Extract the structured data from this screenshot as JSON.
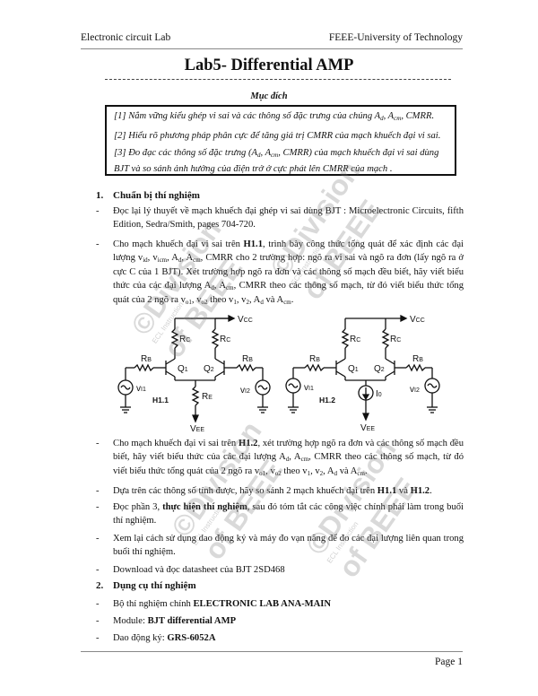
{
  "header": {
    "left": "Electronic circuit Lab",
    "right": "FEEE-University of Technology"
  },
  "title": "Lab5- Differential AMP",
  "purpose": {
    "heading": "Mục đích",
    "items": [
      {
        "pre": "[1] Nắm vững kiểu ghép vi sai và các thông số đặc trưng của chúng A",
        "sub1": "d",
        "mid": ", A",
        "sub2": "cm",
        "post": ", CMRR."
      },
      {
        "text": "[2] Hiểu rõ phương pháp phân cực để  tăng giá trị CMRR của mạch khuếch đại vi sai."
      },
      {
        "pre": "[3] Đo đạc các thông số đặc trưng (A",
        "sub1": "d",
        "mid": ", A",
        "sub2": "cm",
        "post": ", CMRR) của mạch khuếch đại vi sai dùng BJT và so sánh ảnh hưởng của điện trở ở cực phát lên CMRR của mạch ."
      }
    ]
  },
  "section1": {
    "number": "1.",
    "title": "Chuẩn bị thí nghiệm",
    "bullets": {
      "b1": "Đọc lại lý thuyết về mạch khuếch đại ghép vi sai dùng BJT : Microelectronic Circuits, fifth Edition, Sedra/Smith, pages 704-720.",
      "b2_a": "Cho mạch khuếch đại vi sai trên ",
      "b2_bold": "H1.1",
      "b2_b": ", trình bày  công thức tổng quát để xác định các đại lượng v",
      "b2_c": ", v",
      "b2_d": ", A",
      "b2_e": ", A",
      "b2_f": ", CMRR cho 2 trường hợp: ngõ ra vi sai và ngõ ra đơn (lấy ngõ ra ở cực C của 1 BJT). Xét trường hợp ngõ ra đơn và các thông số mạch đều biết, hãy viết biểu thức của các đại lượng A",
      "b2_g": ", A",
      "b2_h": ", CMRR theo các thông số mạch, từ đó viết biểu thức tổng quát của 2 ngõ ra v",
      "b2_i": ", v",
      "b2_j": " theo v",
      "b2_k": ", v",
      "b2_l": ", A",
      "b2_m": " và A",
      "b2_n": ".",
      "b3_a": "Cho mạch khuếch đại vi sai trên ",
      "b3_bold": "H1.2",
      "b3_b": ", xét trường hợp ngõ ra đơn và các thông số mạch đều biết, hãy viết biểu thức của các đại lượng A",
      "b3_c": ", A",
      "b3_d": ", CMRR theo các thông số mạch, từ đó viết biểu thức tổng quát của 2 ngõ ra v",
      "b3_e": ", v",
      "b3_f": " theo v",
      "b3_g": ", v",
      "b3_h": ", A",
      "b3_i": " và A",
      "b3_j": ".",
      "b4_a": "Dựa trên các thông số tính được, hãy so sánh 2 mạch khuếch đại trên ",
      "b4_bold1": "H1.1",
      "b4_b": " và  ",
      "b4_bold2": "H1.2",
      "b4_c": ".",
      "b5_a": "Đọc phần 3, ",
      "b5_bold": "thực hiện thí nghiệm",
      "b5_b": ",  sau đó tóm tắt các công việc chính phải làm trong buổi thí nghiệm.",
      "b6": "Xem lại cách sử dụng dao động ký và máy đo vạn năng để đo các đại lượng liên quan trong buổi thí nghiệm.",
      "b7": "Download và đọc datasheet của BJT 2SD468"
    },
    "subs": {
      "d": "d",
      "cm": "cm",
      "id": "id",
      "icm": "icm",
      "o1": "o1",
      "o2": "o2",
      "one": "1",
      "two": "2"
    }
  },
  "circuits": {
    "h11": {
      "label": "H1.1",
      "vcc": "V",
      "vcc_sub": "CC",
      "rc": "R",
      "rc_sub": "C",
      "rb": "R",
      "rb_sub": "B",
      "re": "R",
      "re_sub": "E",
      "q1": "Q",
      "q1_sub": "1",
      "q2": "Q",
      "q2_sub": "2",
      "vi1": "v",
      "vi1_sub": "I1",
      "vi2": "v",
      "vi2_sub": "I2",
      "vee": "V",
      "vee_sub": "EE"
    },
    "h12": {
      "label": "H1.2",
      "vcc": "V",
      "vcc_sub": "CC",
      "rc": "R",
      "rc_sub": "C",
      "rb": "R",
      "rb_sub": "B",
      "i": "I",
      "i_sub": "0",
      "q1": "Q",
      "q1_sub": "1",
      "q2": "Q",
      "q2_sub": "2",
      "vi1": "v",
      "vi1_sub": "I1",
      "vi2": "v",
      "vi2_sub": "I2",
      "vee": "V",
      "vee_sub": "EE"
    }
  },
  "section2": {
    "number": "2.",
    "title": "Dụng cụ thí nghiệm",
    "b1_a": "Bộ thí nghiệm chính ",
    "b1_bold": "ELECTRONIC LAB ANA-MAIN",
    "b2_a": "Module: ",
    "b2_bold": "BJT differential AMP",
    "b3_a": "Dao động ký: ",
    "b3_bold": "GRS-6052A"
  },
  "bullet_dash": "-",
  "watermark": {
    "line1": "©Division",
    "line2": "of BEEE",
    "small": "ECL Instruction"
  },
  "footer": {
    "page": "Page 1"
  }
}
